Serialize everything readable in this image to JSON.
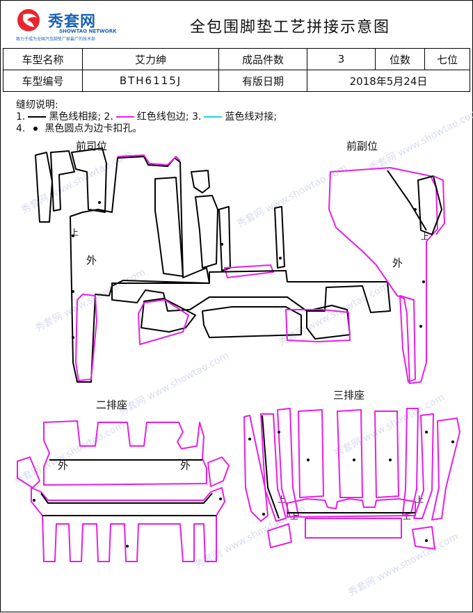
{
  "logo": {
    "name": "秀套网",
    "en": "SHOWTAO NETWORK",
    "slogan": "致力于成为全国汽车脚垫厂家最广的技术部"
  },
  "title": "全包围脚垫工艺拼接示意图",
  "info": {
    "row1": {
      "label1": "车型名称",
      "value1": "艾力绅",
      "label2": "成品件数",
      "value2": "3",
      "label3": "位数",
      "value3": "七位"
    },
    "row2": {
      "label1": "车型编号",
      "value1": "BTH6115J",
      "label2": "有版日期",
      "value2": "2018年5月24日"
    }
  },
  "notes": {
    "heading": "缝纫说明:",
    "item1_num": "1.",
    "item1_text": "黑色线相接;",
    "item2_num": "2.",
    "item2_text": "红色线包边;",
    "item3_num": "3.",
    "item3_text": "蓝色线对接;",
    "item4_num": "4.",
    "item4_text": "黑色圆点为边卡扣孔。"
  },
  "sections": {
    "driver": "前司位",
    "passenger": "前副位",
    "row2": "二排座",
    "row3": "三排座"
  },
  "marks": {
    "outer": "外",
    "up": "上"
  },
  "colors": {
    "black_line": "#000000",
    "red_line": "#e61ee6",
    "cyan_line": "#22d6e0",
    "logo_blue": "#1b63b5",
    "logo_red": "#e8262c"
  },
  "watermark": "秀套网 www.showtao.com"
}
